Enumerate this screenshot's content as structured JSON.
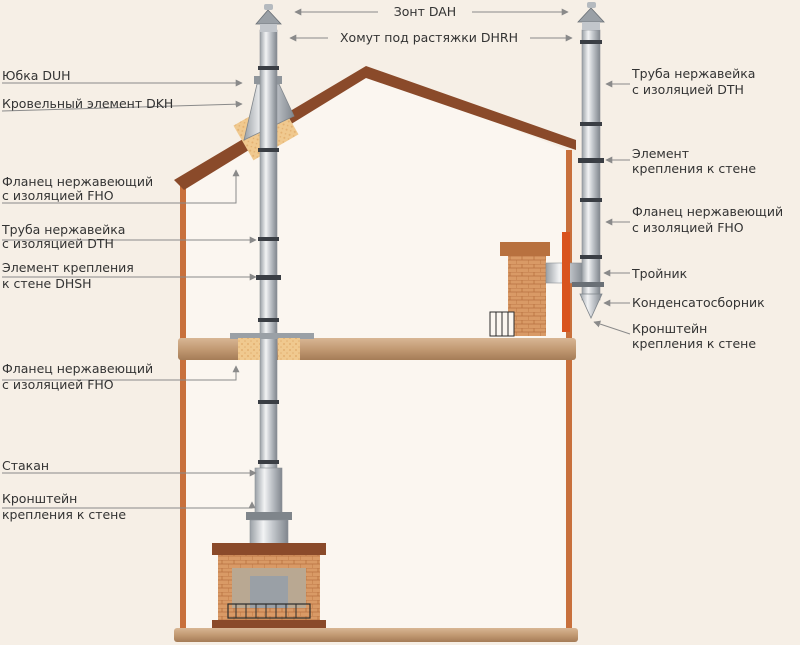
{
  "labels": {
    "top_cap": "Зонт DAH",
    "top_clamp": "Хомут под растяжки DHRH",
    "left": {
      "skirt": "Юбка DUH",
      "roof_element": "Кровельный элемент DKH",
      "flange1_line1": "Фланец нержавеющий",
      "flange1_line2": "с изоляцией FHO",
      "pipe_line1": "Труба нержавейка",
      "pipe_line2": "с изоляцией DTH",
      "wall_elem_line1": "Элемент крепления",
      "wall_elem_line2": "к стене DHSH",
      "flange2_line1": "Фланец нержавеющий",
      "flange2_line2": "с изоляцией FHO",
      "glass": "Стакан",
      "bracket_line1": "Кронштейн",
      "bracket_line2": "крепления к стене"
    },
    "right": {
      "pipe_line1": "Труба нержавейка",
      "pipe_line2": "с изоляцией DTH",
      "wall_elem_line1": "Элемент",
      "wall_elem_line2": "крепления к стене",
      "flange_line1": "Фланец нержавеющий",
      "flange_line2": "с изоляцией FHO",
      "tee": "Тройник",
      "condensate": "Конденсатосборник",
      "bracket_line1": "Кронштейн",
      "bracket_line2": "крепления к стене"
    }
  },
  "colors": {
    "background": "#f6efe6",
    "wall": "#c8703c",
    "wall_fill": "#f8f1ea",
    "roof": "#8a4a2a",
    "floor_beam": "#c9a07a",
    "brick": "#d08a55",
    "pipe": "#c9ccd0",
    "pipe_dark": "#3a3e44",
    "leader": "#8a8a8a"
  },
  "icons": [
    "chimney-cap-icon",
    "fireplace-icon",
    "stove-icon",
    "arrow-icon"
  ]
}
